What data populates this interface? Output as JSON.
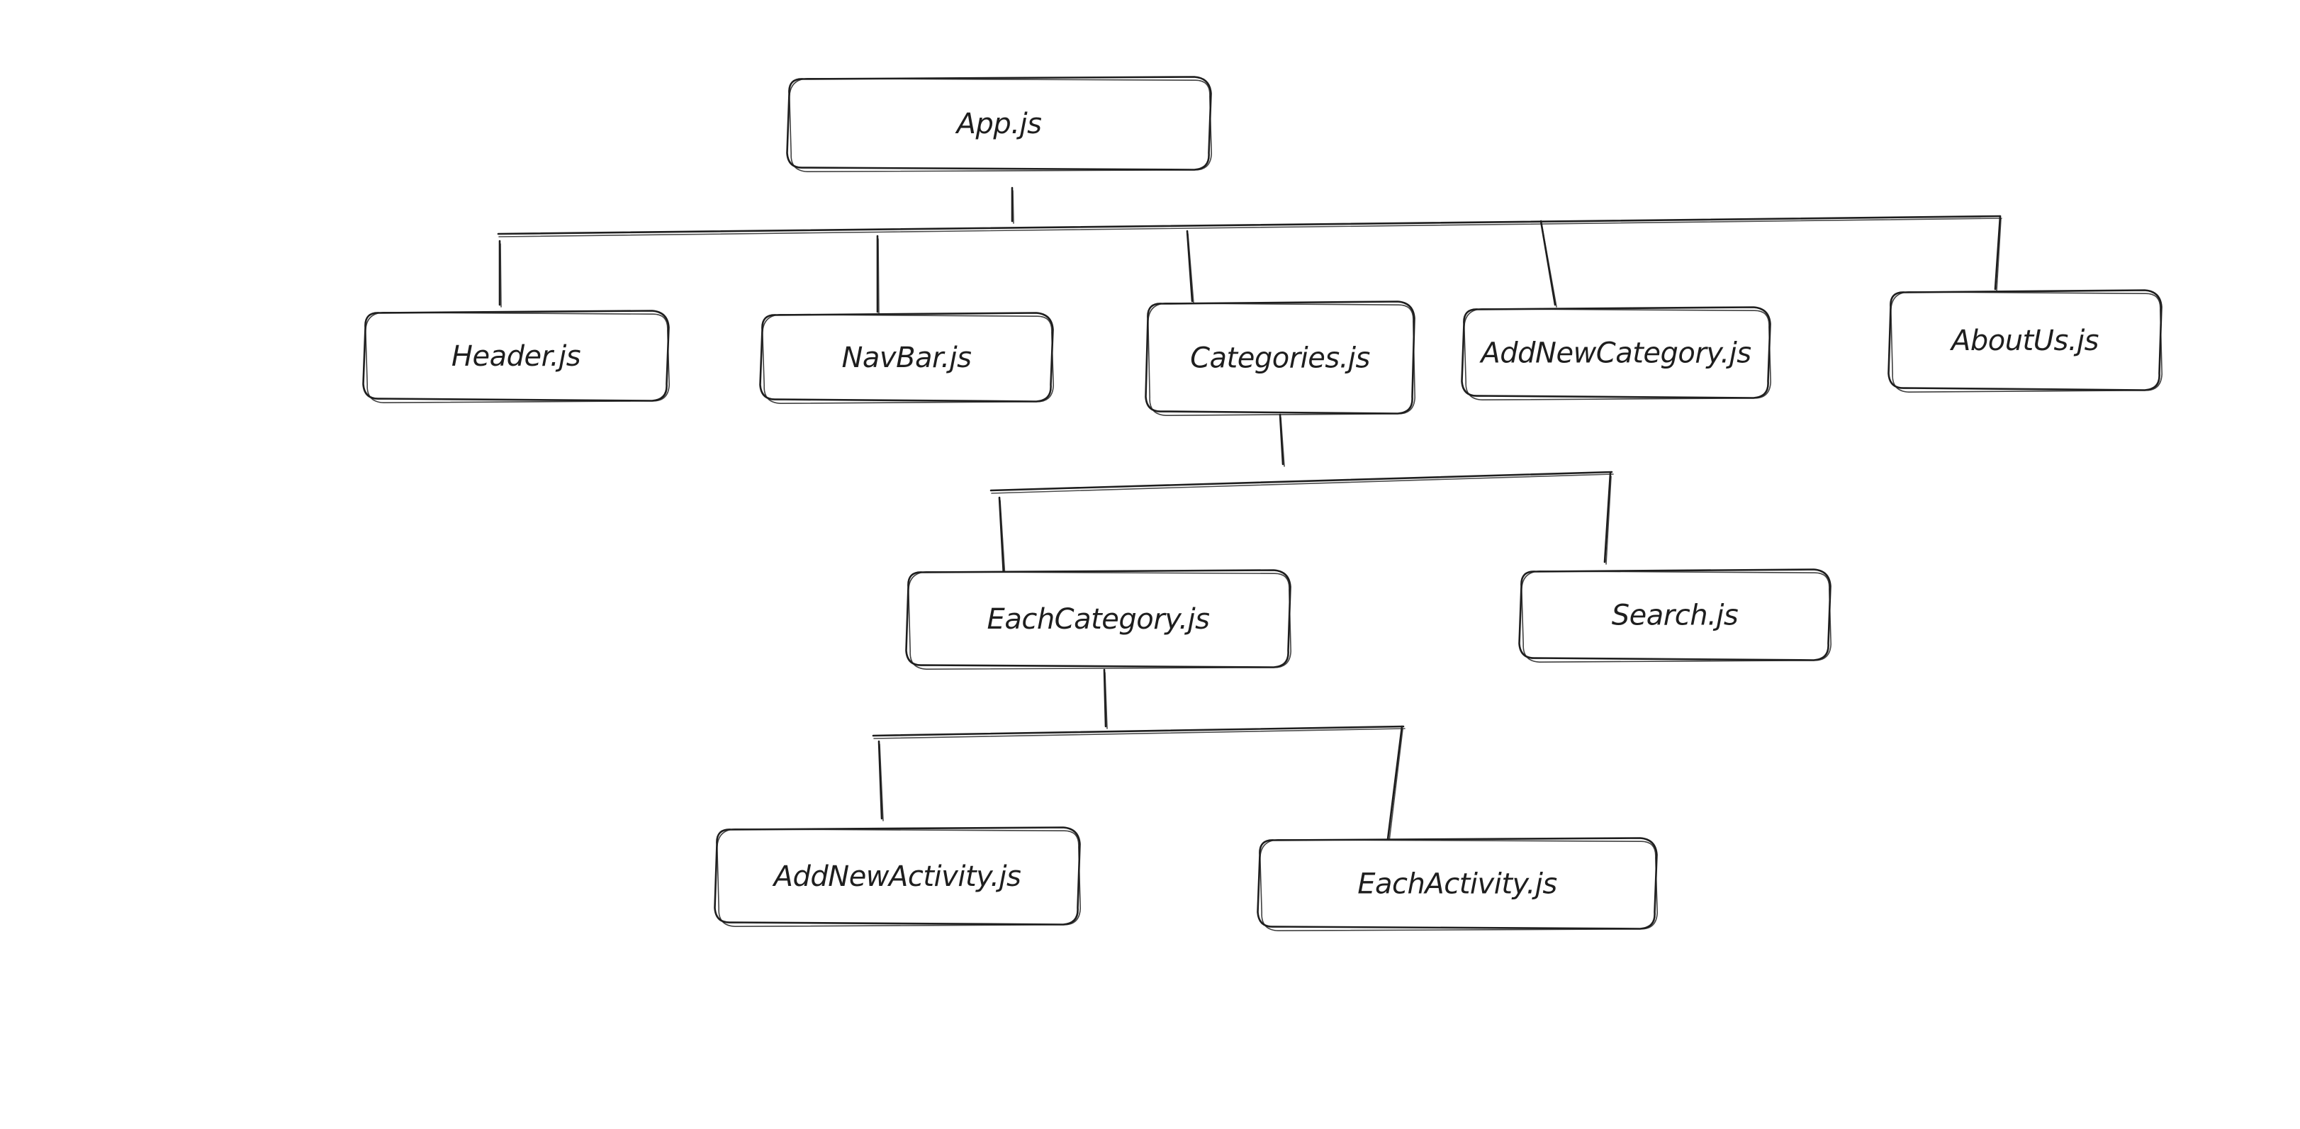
{
  "diagram": {
    "nodes": [
      {
        "id": "app",
        "label": "App.js"
      },
      {
        "id": "header",
        "label": "Header.js"
      },
      {
        "id": "navbar",
        "label": "NavBar.js"
      },
      {
        "id": "categories",
        "label": "Categories.js"
      },
      {
        "id": "addnewcategory",
        "label": "AddNewCategory.js"
      },
      {
        "id": "aboutus",
        "label": "AboutUs.js"
      },
      {
        "id": "eachcategory",
        "label": "EachCategory.js"
      },
      {
        "id": "search",
        "label": "Search.js"
      },
      {
        "id": "addnewactivity",
        "label": "AddNewActivity.js"
      },
      {
        "id": "eachactivity",
        "label": "EachActivity.js"
      }
    ],
    "edges": [
      {
        "from": "app",
        "to": "header"
      },
      {
        "from": "app",
        "to": "navbar"
      },
      {
        "from": "app",
        "to": "categories"
      },
      {
        "from": "app",
        "to": "addnewcategory"
      },
      {
        "from": "app",
        "to": "aboutus"
      },
      {
        "from": "categories",
        "to": "eachcategory"
      },
      {
        "from": "categories",
        "to": "search"
      },
      {
        "from": "eachcategory",
        "to": "addnewactivity"
      },
      {
        "from": "eachcategory",
        "to": "eachactivity"
      }
    ]
  }
}
